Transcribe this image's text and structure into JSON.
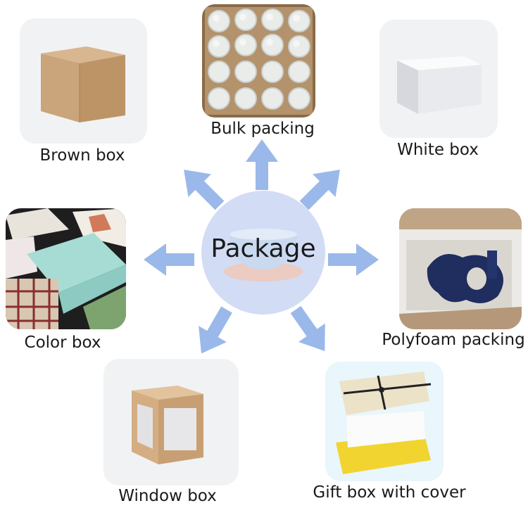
{
  "center": {
    "title": "Package"
  },
  "items": [
    {
      "id": "brown-box",
      "label": "Brown box"
    },
    {
      "id": "bulk-packing",
      "label": "Bulk packing"
    },
    {
      "id": "white-box",
      "label": "White box"
    },
    {
      "id": "color-box",
      "label": "Color box"
    },
    {
      "id": "polyfoam-packing",
      "label": "Polyfoam packing"
    },
    {
      "id": "window-box",
      "label": "Window box"
    },
    {
      "id": "gift-box-with-cover",
      "label": "Gift box with cover"
    }
  ],
  "colors": {
    "arrow": "#9ab9ea",
    "center_fill": "#d2dcf4",
    "tile_bg": "#f1f2f4",
    "kraft": "#c9a47b"
  }
}
